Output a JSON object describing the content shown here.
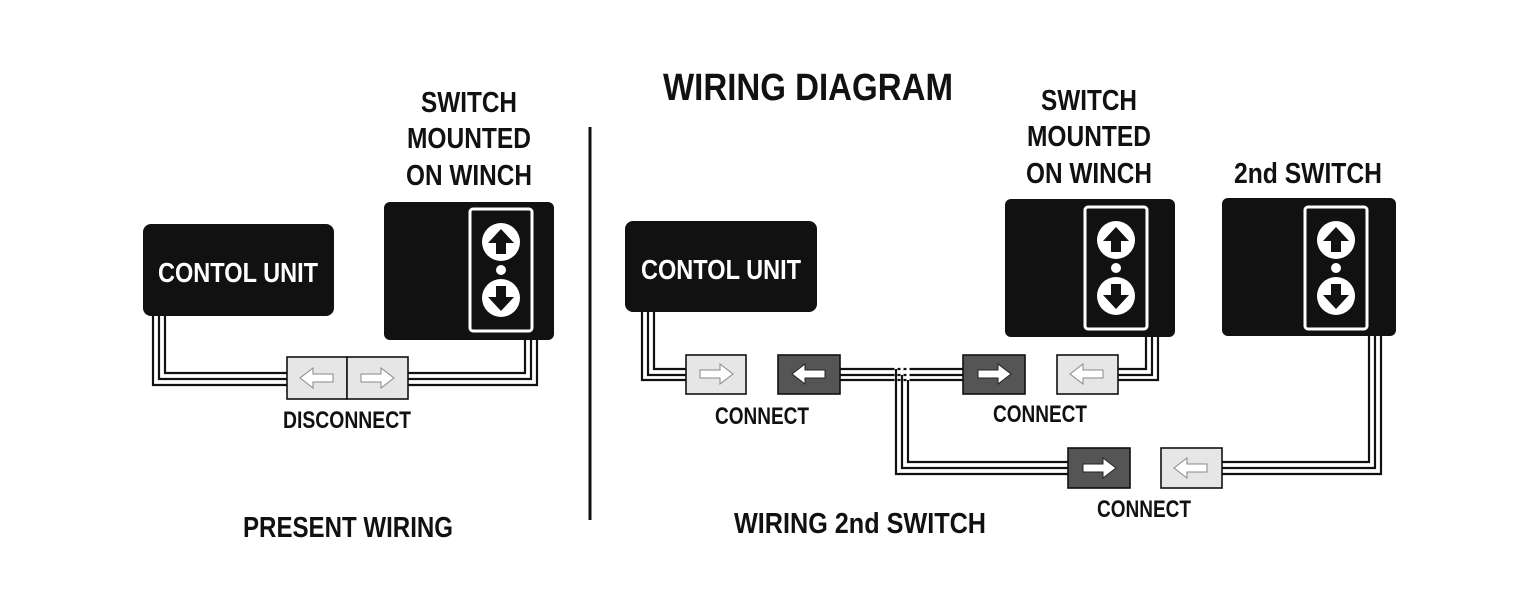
{
  "title": "WIRING DIAGRAM",
  "left_panel": {
    "caption": "PRESENT WIRING",
    "control_unit_label": "CONTOL UNIT",
    "switch_label_lines": [
      "SWITCH",
      "MOUNTED",
      "ON WINCH"
    ],
    "connector_label": "DISCONNECT"
  },
  "right_panel": {
    "caption": "WIRING 2nd SWITCH",
    "control_unit_label": "CONTOL UNIT",
    "switch_label_lines": [
      "SWITCH",
      "MOUNTED",
      "ON WINCH"
    ],
    "second_switch_label": "2nd SWITCH",
    "connector_labels": [
      "CONNECT",
      "CONNECT",
      "CONNECT"
    ]
  },
  "icons": {
    "up_arrow": "arrow-up-icon",
    "down_arrow": "arrow-down-icon",
    "connector_arrow": "connector-arrow-icon"
  },
  "colors": {
    "ink": "#111111",
    "paper": "#ffffff",
    "plug_light": "#e6e6e6",
    "plug_dark": "#555555"
  }
}
